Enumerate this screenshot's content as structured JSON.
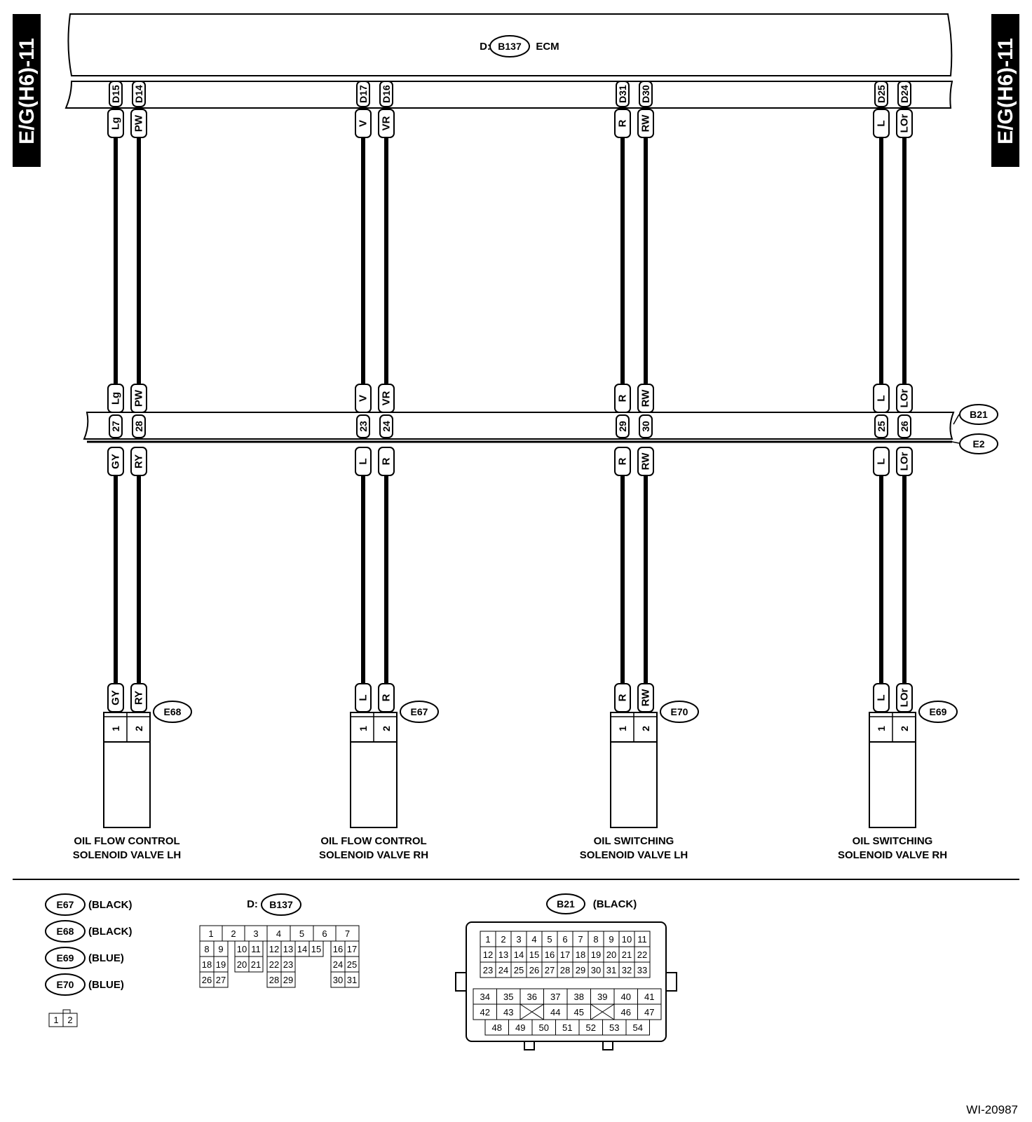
{
  "side_tab": "E/G(H6)-11",
  "ecm": {
    "prefix": "D:",
    "connector": "B137",
    "name": "ECM"
  },
  "joint": {
    "upper": "B21",
    "lower": "E2"
  },
  "circuits": [
    {
      "ecm_pins": [
        "D15",
        "D14"
      ],
      "ecm_colors": [
        "Lg",
        "PW"
      ],
      "joint_upper_colors": [
        "Lg",
        "PW"
      ],
      "joint_pins": [
        "27",
        "28"
      ],
      "joint_lower_colors": [
        "GY",
        "RY"
      ],
      "device_colors": [
        "GY",
        "RY"
      ],
      "device_pins": [
        "1",
        "2"
      ],
      "connector": "E68",
      "label_line1": "OIL FLOW CONTROL",
      "label_line2": "SOLENOID VALVE LH"
    },
    {
      "ecm_pins": [
        "D17",
        "D16"
      ],
      "ecm_colors": [
        "V",
        "VR"
      ],
      "joint_upper_colors": [
        "V",
        "VR"
      ],
      "joint_pins": [
        "23",
        "24"
      ],
      "joint_lower_colors": [
        "L",
        "R"
      ],
      "device_colors": [
        "L",
        "R"
      ],
      "device_pins": [
        "1",
        "2"
      ],
      "connector": "E67",
      "label_line1": "OIL FLOW CONTROL",
      "label_line2": "SOLENOID VALVE RH"
    },
    {
      "ecm_pins": [
        "D31",
        "D30"
      ],
      "ecm_colors": [
        "R",
        "RW"
      ],
      "joint_upper_colors": [
        "R",
        "RW"
      ],
      "joint_pins": [
        "29",
        "30"
      ],
      "joint_lower_colors": [
        "R",
        "RW"
      ],
      "device_colors": [
        "R",
        "RW"
      ],
      "device_pins": [
        "1",
        "2"
      ],
      "connector": "E70",
      "label_line1": "OIL SWITCHING",
      "label_line2": "SOLENOID VALVE LH"
    },
    {
      "ecm_pins": [
        "D25",
        "D24"
      ],
      "ecm_colors": [
        "L",
        "LOr"
      ],
      "joint_upper_colors": [
        "L",
        "LOr"
      ],
      "joint_pins": [
        "25",
        "26"
      ],
      "joint_lower_colors": [
        "L",
        "LOr"
      ],
      "device_colors": [
        "L",
        "LOr"
      ],
      "device_pins": [
        "1",
        "2"
      ],
      "connector": "E69",
      "label_line1": "OIL SWITCHING",
      "label_line2": "SOLENOID VALVE RH"
    }
  ],
  "legend": {
    "connectors": [
      {
        "name": "E67",
        "color": "(BLACK)"
      },
      {
        "name": "E68",
        "color": "(BLACK)"
      },
      {
        "name": "E69",
        "color": "(BLUE)"
      },
      {
        "name": "E70",
        "color": "(BLUE)"
      }
    ],
    "small_connector_pins": [
      "1",
      "2"
    ],
    "b137": {
      "prefix": "D:",
      "name": "B137",
      "rows": [
        [
          "1",
          "2",
          "3",
          "4",
          "5",
          "6",
          "7"
        ],
        [
          "8",
          "9",
          "10",
          "11",
          "12",
          "13",
          "14",
          "15",
          "16",
          "17"
        ],
        [
          "18",
          "19",
          "20",
          "21",
          "22",
          "23",
          "24",
          "25"
        ],
        [
          "26",
          "27",
          "28",
          "29",
          "30",
          "31"
        ]
      ]
    },
    "b21": {
      "name": "B21",
      "color": "(BLACK)",
      "upper_rows": [
        [
          "1",
          "2",
          "3",
          "4",
          "5",
          "6",
          "7",
          "8",
          "9",
          "10",
          "11"
        ],
        [
          "12",
          "13",
          "14",
          "15",
          "16",
          "17",
          "18",
          "19",
          "20",
          "21",
          "22"
        ],
        [
          "23",
          "24",
          "25",
          "26",
          "27",
          "28",
          "29",
          "30",
          "31",
          "32",
          "33"
        ]
      ],
      "lower_rows": [
        [
          "34",
          "35",
          "36",
          "37",
          "38",
          "39",
          "40",
          "41"
        ],
        [
          "42",
          "43",
          "",
          "44",
          "45",
          "",
          "46",
          "47"
        ],
        [
          "48",
          "49",
          "50",
          "51",
          "52",
          "53",
          "54"
        ]
      ]
    }
  },
  "figure_id": "WI-20987"
}
